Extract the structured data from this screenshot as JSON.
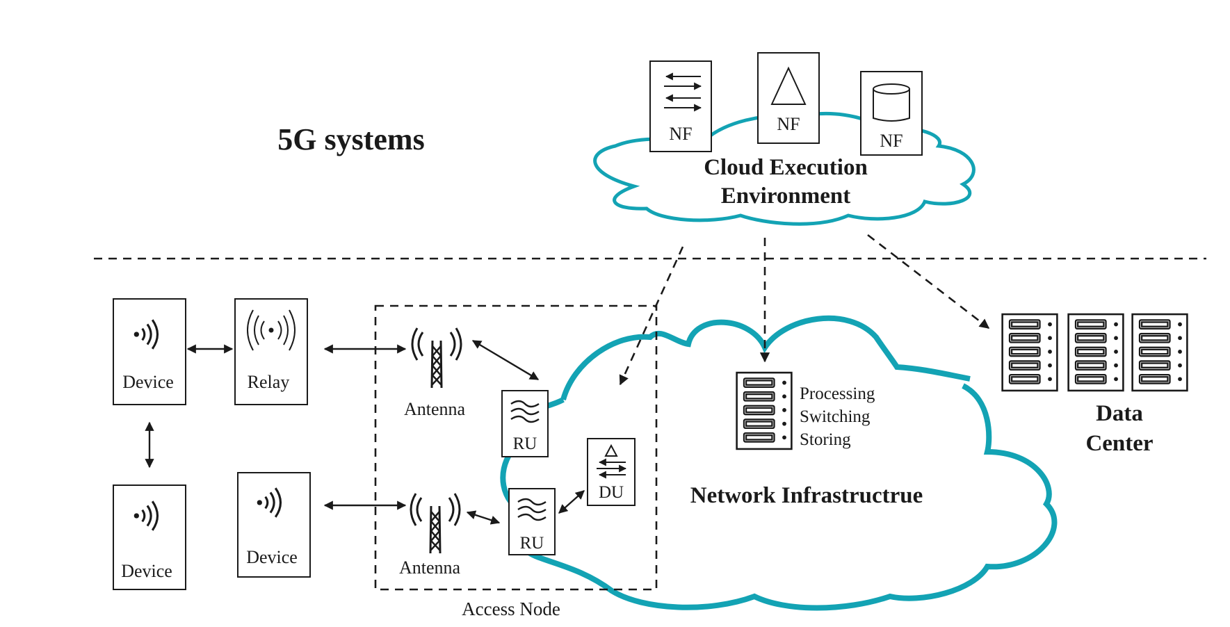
{
  "title": "5G systems",
  "colors": {
    "cloud": "#13a3b4",
    "ink": "#1a1a1a"
  },
  "cloud_execution": {
    "title_line1": "Cloud Execution",
    "title_line2": "Environment",
    "nf_label": "NF"
  },
  "network_infrastructure": {
    "title": "Network Infrastructrue",
    "functions": [
      "Processing",
      "Switching",
      "Storing"
    ]
  },
  "data_center": {
    "title_line1": "Data",
    "title_line2": "Center"
  },
  "devices": {
    "device_label": "Device",
    "relay_label": "Relay"
  },
  "access_node": {
    "title": "Access Node",
    "antenna_label": "Antenna",
    "ru_label": "RU",
    "du_label": "DU"
  },
  "icons": [
    "wireless-signal-icon",
    "antenna-tower-icon",
    "radio-wave-icon",
    "switch-arrows-icon",
    "triangle-icon",
    "database-icon",
    "server-rack-icon"
  ]
}
